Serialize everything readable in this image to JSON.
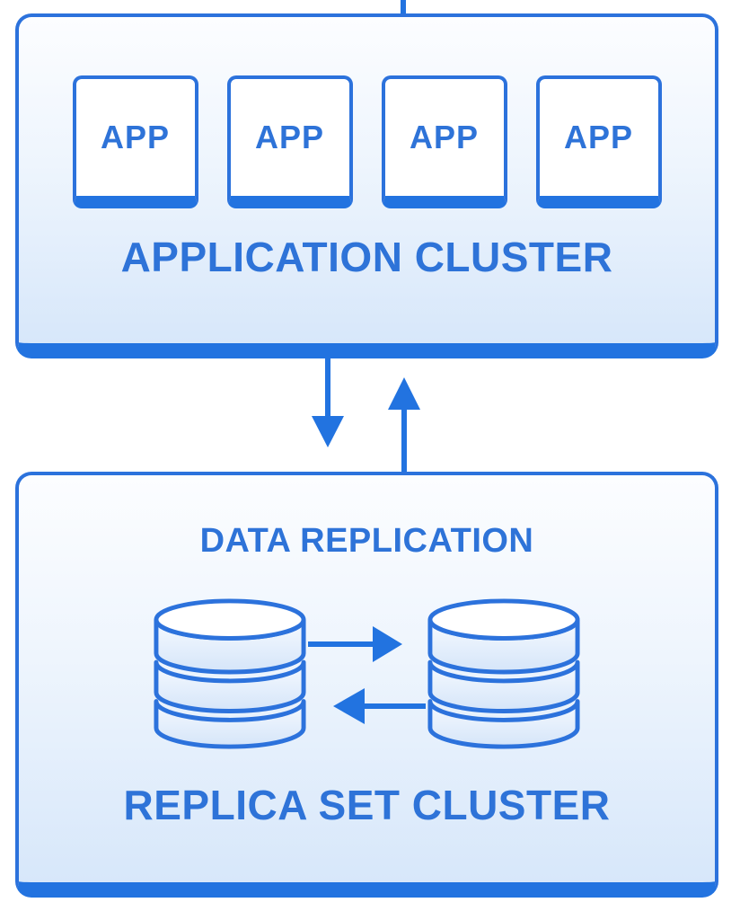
{
  "application_cluster": {
    "label": "APPLICATION CLUSTER",
    "apps": [
      {
        "label": "APP"
      },
      {
        "label": "APP"
      },
      {
        "label": "APP"
      },
      {
        "label": "APP"
      }
    ]
  },
  "replica_cluster": {
    "title": "DATA REPLICATION",
    "label": "REPLICA SET CLUSTER",
    "database_count": 2
  },
  "connections": {
    "app_to_replica": "bidirectional-vertical-arrows",
    "replication_between_databases": "bidirectional-horizontal-arrows"
  },
  "icons": {
    "database": "database-cylinder",
    "arrow_down": "solid-triangle-down",
    "arrow_up": "solid-triangle-up",
    "arrow_right": "solid-triangle-right",
    "arrow_left": "solid-triangle-left"
  },
  "colors": {
    "line_blue": "#2c72dc",
    "solid_blue": "#2273e0",
    "text_blue": "#2e73d8",
    "box_gradient_top": "#fcfdff",
    "box_gradient_bottom": "#d7e7fa",
    "cylinder_gradient_top": "#f6faff",
    "cylinder_gradient_bottom": "#d5e5f9",
    "card_background": "#ffffff"
  }
}
